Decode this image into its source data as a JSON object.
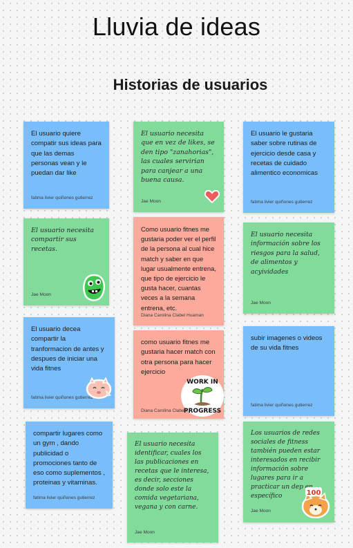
{
  "board": {
    "title": "Lluvia de ideas",
    "section_title": "Historias de usuarios"
  },
  "notes": [
    {
      "text": "El usuario quiere compatir sus ideas para que las demas personas vean y le puedan dar like",
      "author": "fatima livier quiñones gutierrez",
      "color": "#79bdfb"
    },
    {
      "text": "El usuario necesita que en vez de likes, se den tipo \"zanahorias\", las cuales servirian para canjear a una buena causa.",
      "author": "Jae Moon",
      "color": "#82da9b"
    },
    {
      "text": "El usuario le gustaria saber sobre rutinas de ejercicio desde casa y recetas de cuidado alimentico economicas",
      "author": "fatima livier quiñones gutierrez",
      "color": "#79bdfb"
    },
    {
      "text": "El usuario necesita compartir sus recetas.",
      "author": "Jae Moon",
      "color": "#82da9b"
    },
    {
      "text": "Como usuario fitnes me gustaria poder ver el perfil de la persona al cual hice match y saber en que lugar usualmente entrena, que tipo de ejercicio le gusta hacer, cuantas veces a la semana entrena, etc.",
      "author": "Diana Carolina Clabel Huaman",
      "color": "#fbaa9b"
    },
    {
      "text": "El usuario necesita información sobre los riesgos para la salud, de alimentos y acyividades",
      "author": "Jae Moon",
      "color": "#82da9b"
    },
    {
      "text": "El usuario decea compartir la tranformacion de antes y despues de iniciar una vida fitnes",
      "author": "fatima livier quiñones gutierrez",
      "color": "#79bdfb"
    },
    {
      "text": "como usuario fitnes me gustaria hacer match con otra persona para hacer ejercicio",
      "author": "Diana Carolina Clabel Huaman",
      "color": "#fbaa9b"
    },
    {
      "text": "subir imagenes o videos de su vida fitnes",
      "author": "fatima livier quiñones gutierrez",
      "color": "#79bdfb"
    },
    {
      "text": "compartir lugares como un gym , dando publicidad o promociones tanto de eso como suplementos , proteinas y vitaminas.",
      "author": "fatima livier quiñones gutierrez",
      "color": "#79bdfb"
    },
    {
      "text": "El usuario necesita identificar, cuales los las publicaciones en recetas que le interesa, es decir, secciones donde solo este la comida vegetariana, vegana y con carne.",
      "author": "Jae Moon",
      "color": "#82da9b"
    },
    {
      "text": "Los usuarios de redes sociales de fitness también pueden estar interesados en recibir información sobre lugares para ir a practicar un dep en específico",
      "author": "Jae Moon",
      "color": "#82da9b"
    }
  ],
  "stickers": {
    "heart": {
      "icon": "heart-icon",
      "color": "#f05a5a"
    },
    "green_monster": {
      "icon": "green-monster-sticker",
      "color": "#39c24a"
    },
    "cat_face": {
      "icon": "cat-sticker",
      "color": "#f7c1b5"
    },
    "work_in_progress": {
      "icon": "work-in-progress-sticker",
      "line1": "WORK IN",
      "line2": "PROGRESS"
    },
    "score_100": {
      "icon": "fox-100-sticker",
      "label": "100",
      "color": "#f5a04a"
    }
  }
}
